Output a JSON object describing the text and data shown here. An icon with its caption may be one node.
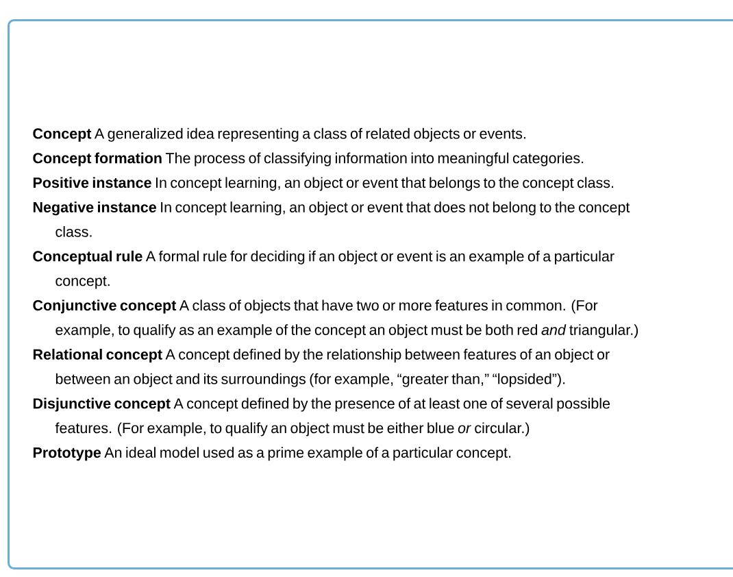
{
  "diagram": {
    "nodes": [
      {
        "text": [
          "**Concept** A generalized idea representing a class of related objects or events.",
          "**Concept formation** The process of classifying information into meaningful categories.",
          "**Positive instance** In concept learning, an object or event that belongs to the concept class.",
          "**Negative instance** In concept learning, an object or event that does not belong to the concept class.",
          "**Conceptual rule** A formal rule for deciding if an object or event is an example of a particular concept.",
          "**Conjunctive concept** A class of objects that have two or more features in common. (For example, to qualify as an example of the concept an object must be both red *and* triangular.)",
          "**Relational concept** A concept defined by the relationship between features of an object or between an object and its surroundings (for example, “greater than,” “lopsided”).",
          "**Disjunctive concept** A concept defined by the presence of at least one of several possible features. (For example, to qualify an object must be either blue *or* circular.)",
          "**Prototype** An ideal model used as a prime example of a particular concept."
        ]
      }
    ]
  }
}
